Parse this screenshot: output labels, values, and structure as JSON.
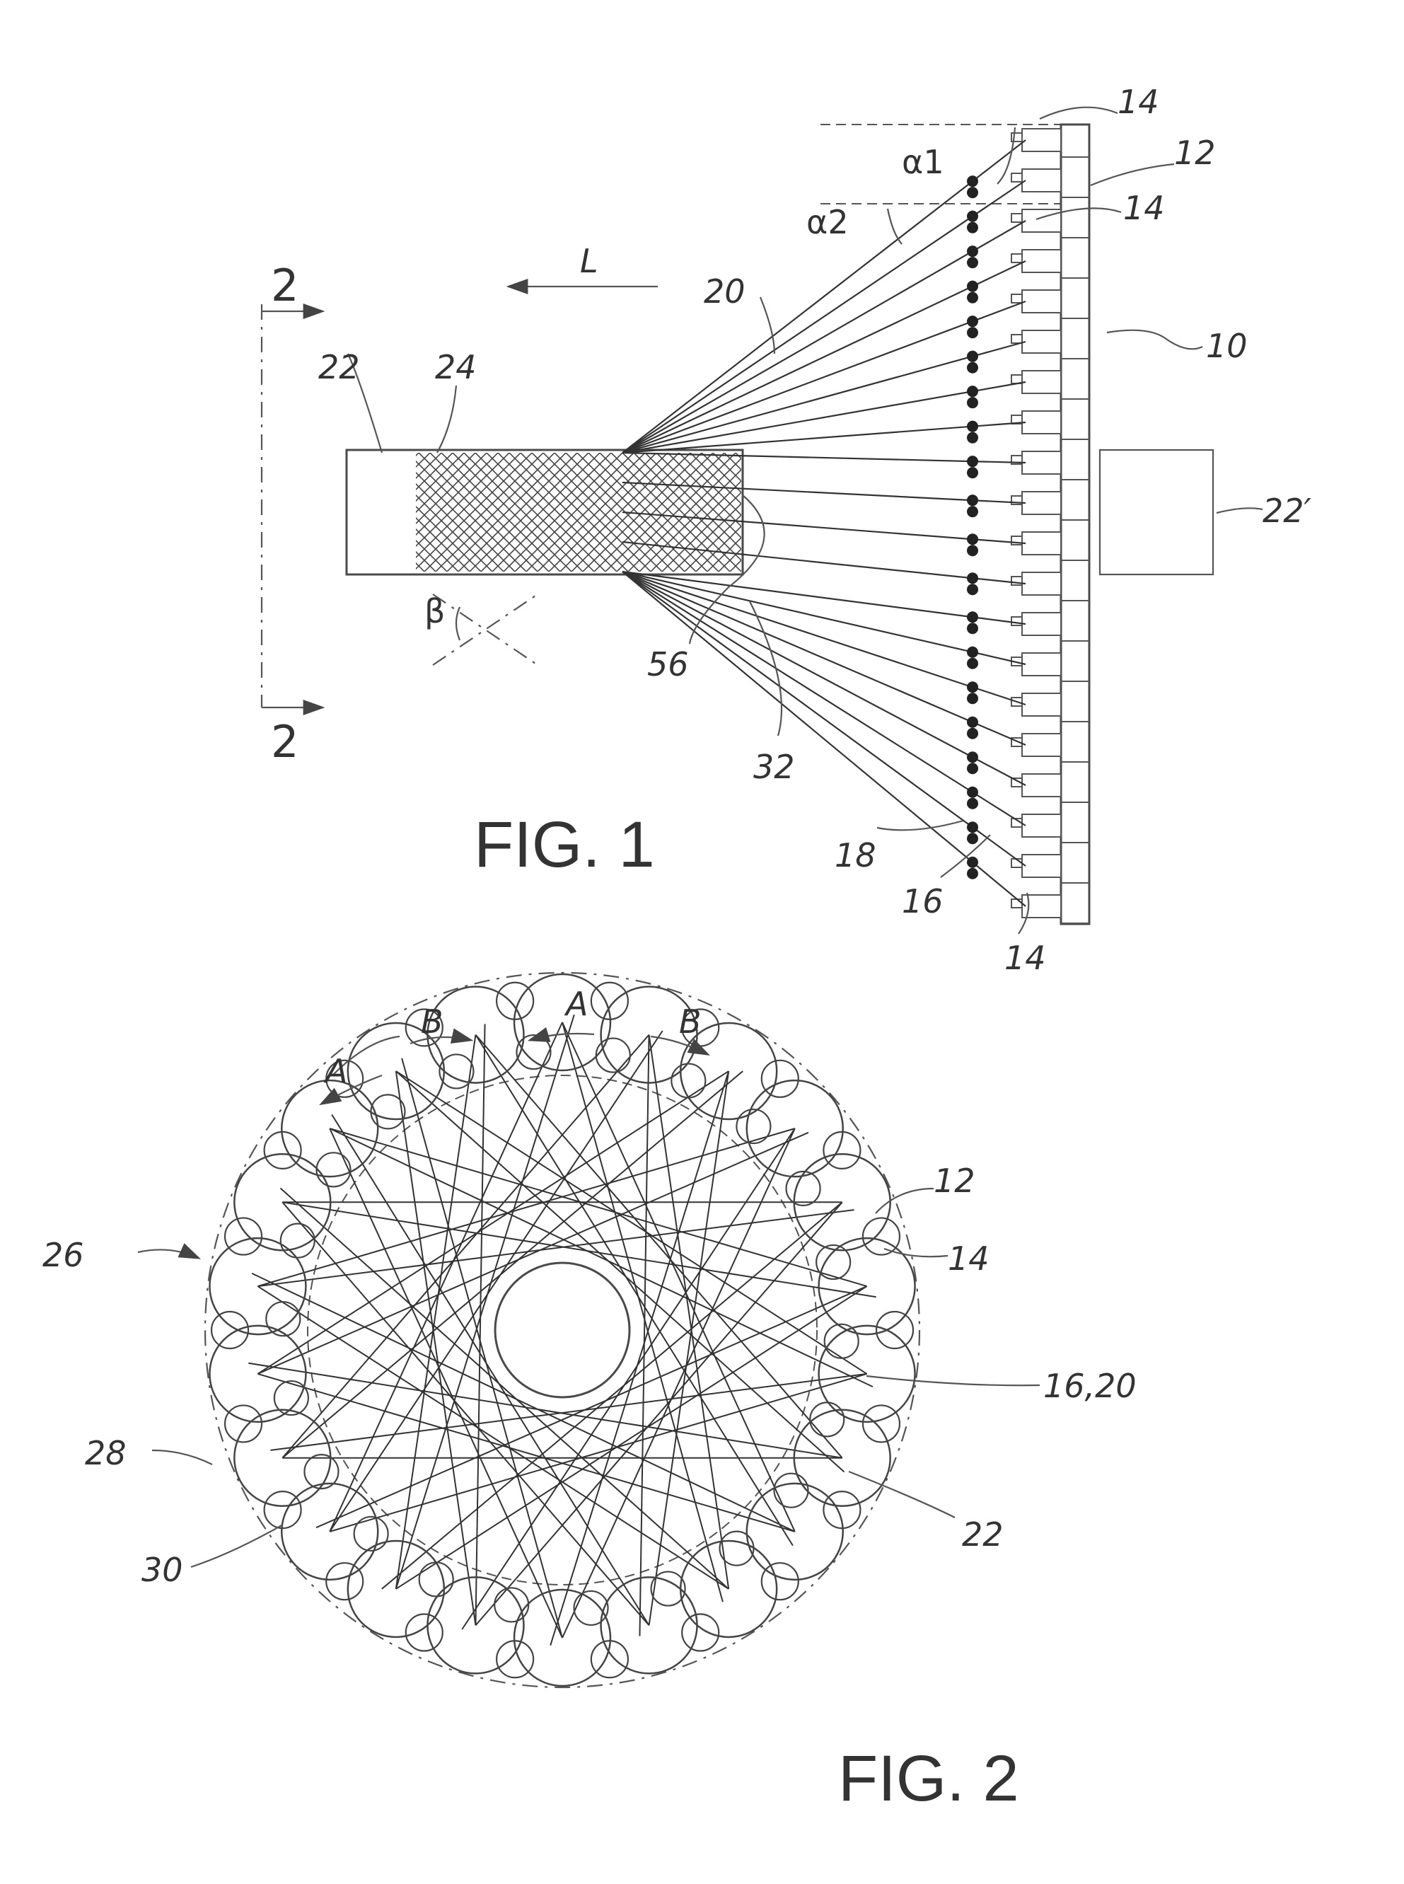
{
  "figure1": {
    "label": "FIG. 1",
    "section_mark": "2",
    "direction_label": "L",
    "angle_alpha1": "α1",
    "angle_alpha2": "α2",
    "angle_beta": "β",
    "refs": {
      "r14_top": "14",
      "r12": "12",
      "r14_second": "14",
      "r20": "20",
      "r10": "10",
      "r22": "22",
      "r24": "24",
      "r22_prime": "22′",
      "r56": "56",
      "r32": "32",
      "r18": "18",
      "r16": "16",
      "r14_bottom": "14"
    }
  },
  "figure2": {
    "label": "FIG. 2",
    "rotation_a": "A",
    "rotation_b": "B",
    "refs": {
      "r12": "12",
      "r14": "14",
      "r26": "26",
      "r16_20": "16,20",
      "r28": "28",
      "r22": "22",
      "r30": "30"
    }
  }
}
